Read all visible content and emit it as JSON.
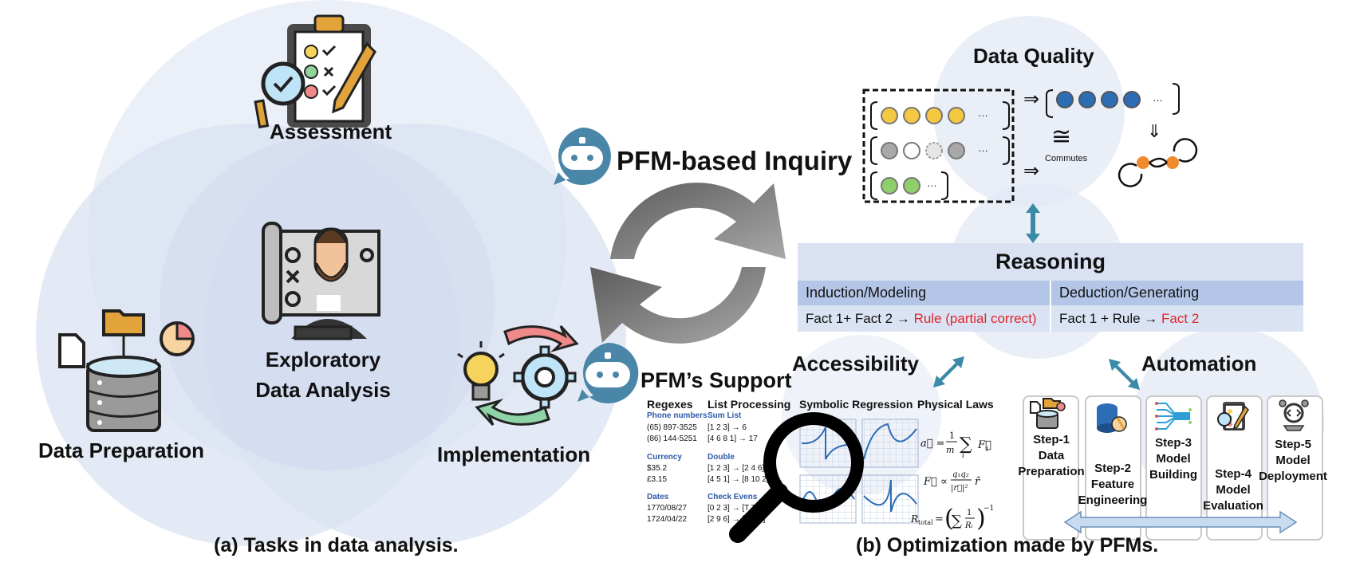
{
  "left": {
    "assessment": "Assessment",
    "eda_line1": "Exploratory",
    "eda_line2": "Data Analysis",
    "data_preparation": "Data Preparation",
    "implementation": "Implementation",
    "caption": "(a) Tasks in data analysis."
  },
  "cycle": {
    "inquiry": "PFM-based Inquiry",
    "support": "PFM’s Support"
  },
  "data_quality": {
    "title": "Data Quality",
    "ellipsis": "…",
    "implies": "⇒",
    "down_implies": "⇓",
    "congruent": "≅",
    "commutes": "Commutes",
    "colors": {
      "yellow": "#f5c842",
      "gray": "#a8a8a8",
      "green": "#8fcf6b",
      "blue": "#2d6db5",
      "orange": "#f08a2c"
    }
  },
  "reasoning": {
    "title": "Reasoning",
    "col1": "Induction/Modeling",
    "col2": "Deduction/Generating",
    "induction_prefix": "Fact 1+ Fact 2 → ",
    "induction_result": "Rule (partial correct)",
    "deduction_prefix": "Fact 1 + Rule → ",
    "deduction_result": "Fact 2"
  },
  "accessibility": "Accessibility",
  "automation": "Automation",
  "support_panel": {
    "regexes": {
      "title": "Regexes",
      "phone": "Phone numbers",
      "phone_vals": "(65) 897-3525\n(86) 144-5251",
      "currency": "Currency",
      "currency_vals": "$35.2\n£3.15",
      "dates": "Dates",
      "dates_vals": "1770/08/27\n1724/04/22"
    },
    "list": {
      "title": "List Processing",
      "sum": "Sum List",
      "sum_vals": "[1 2 3] → 6\n[4 6 8 1] → 17",
      "double": "Double",
      "double_vals": "[1 2 3] → [2 4 6]\n[4 5 1] → [8 10 2]",
      "evens": "Check Evens",
      "evens_vals": "[0 2 3] → [T T F]\n[2 9 6] → [T F T]"
    },
    "symbolic": {
      "title": "Symbolic Regression"
    },
    "physical": {
      "title": "Physical Laws"
    }
  },
  "steps": [
    {
      "label": "Step-1\nData\nPreparation"
    },
    {
      "label": "Step-2\nFeature\nEngineering"
    },
    {
      "label": "Step-3\nModel\nBuilding"
    },
    {
      "label": "Step-4\nModel\nEvaluation"
    },
    {
      "label": "Step-5\nModel\nDeployment"
    }
  ],
  "caption_b": "(b) Optimization made by PFMs."
}
